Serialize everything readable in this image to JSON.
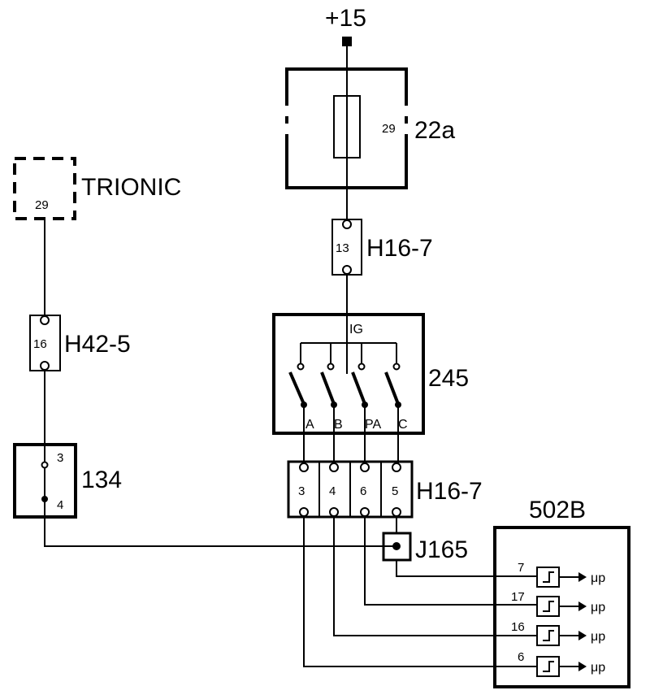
{
  "supply": {
    "label": "+15"
  },
  "fuse_box": {
    "name": "22a",
    "pin": "29"
  },
  "trionic": {
    "name": "TRIONIC",
    "pin": "29"
  },
  "conn_top": {
    "name": "H16-7",
    "pin": "13"
  },
  "conn_h42": {
    "name": "H42-5",
    "pin": "16"
  },
  "switch_245": {
    "name": "245",
    "common": "IG",
    "outputs": [
      "A",
      "B",
      "PA",
      "C"
    ]
  },
  "relay_134": {
    "name": "134",
    "pin_top": "3",
    "pin_bottom": "4"
  },
  "conn_bottom": {
    "name": "H16-7",
    "pins": [
      "3",
      "4",
      "6",
      "5"
    ]
  },
  "junction": {
    "name": "J165"
  },
  "module_502b": {
    "name": "502B",
    "inputs": [
      {
        "pin": "7",
        "out": "μp"
      },
      {
        "pin": "17",
        "out": "μp"
      },
      {
        "pin": "16",
        "out": "μp"
      },
      {
        "pin": "6",
        "out": "μp"
      }
    ]
  }
}
